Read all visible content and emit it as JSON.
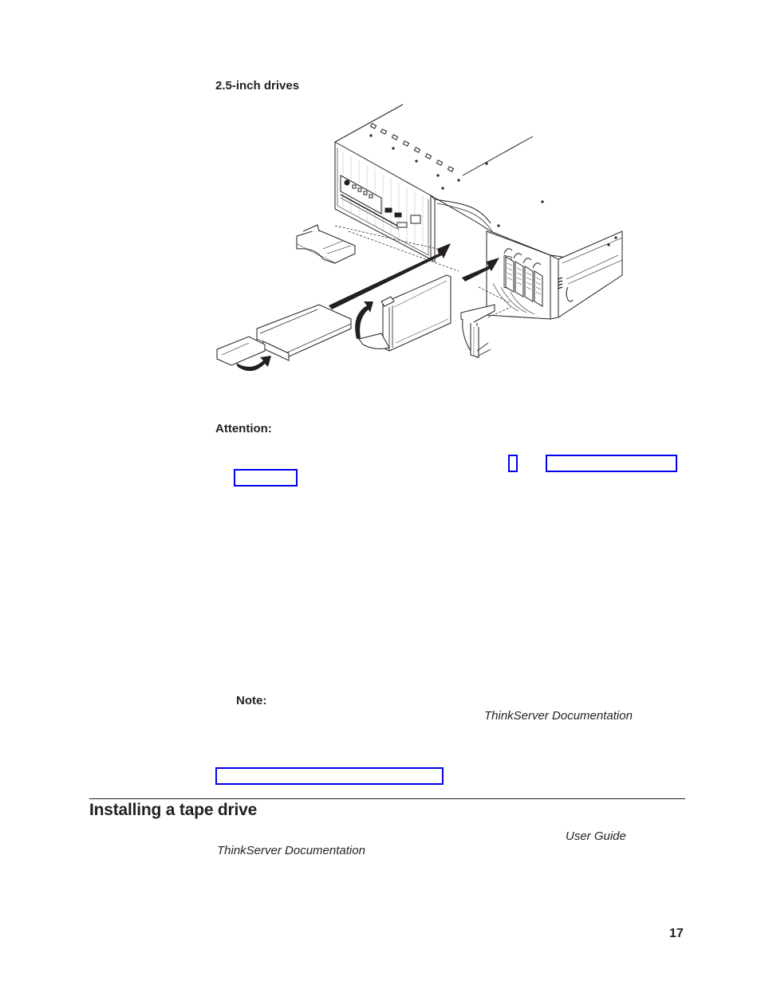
{
  "page": {
    "subheading": "2.5-inch drives",
    "figure": {
      "description": "Isometric line drawing of server chassis front with 2.5-inch hot-swap drive trays being inserted into drive bays; filler panels shown removed",
      "icons": [
        "server-chassis",
        "drive-tray",
        "filler-panel",
        "insert-arrow",
        "rotate-handle-arrow"
      ]
    },
    "attention_label": "Attention:",
    "note_label": "Note:",
    "note_italic_ref": "ThinkServer Documentation",
    "links": [
      {
        "id": "link-1",
        "text": ""
      },
      {
        "id": "link-2",
        "text": ""
      },
      {
        "id": "link-3",
        "text": ""
      },
      {
        "id": "link-4",
        "text": ""
      }
    ],
    "section": {
      "title": "Installing a tape drive",
      "italic_ref_1": "User Guide",
      "italic_ref_2": "ThinkServer Documentation"
    },
    "page_number": "17",
    "colors": {
      "text": "#231f20",
      "link_border": "#0000ee",
      "background": "#ffffff"
    }
  }
}
